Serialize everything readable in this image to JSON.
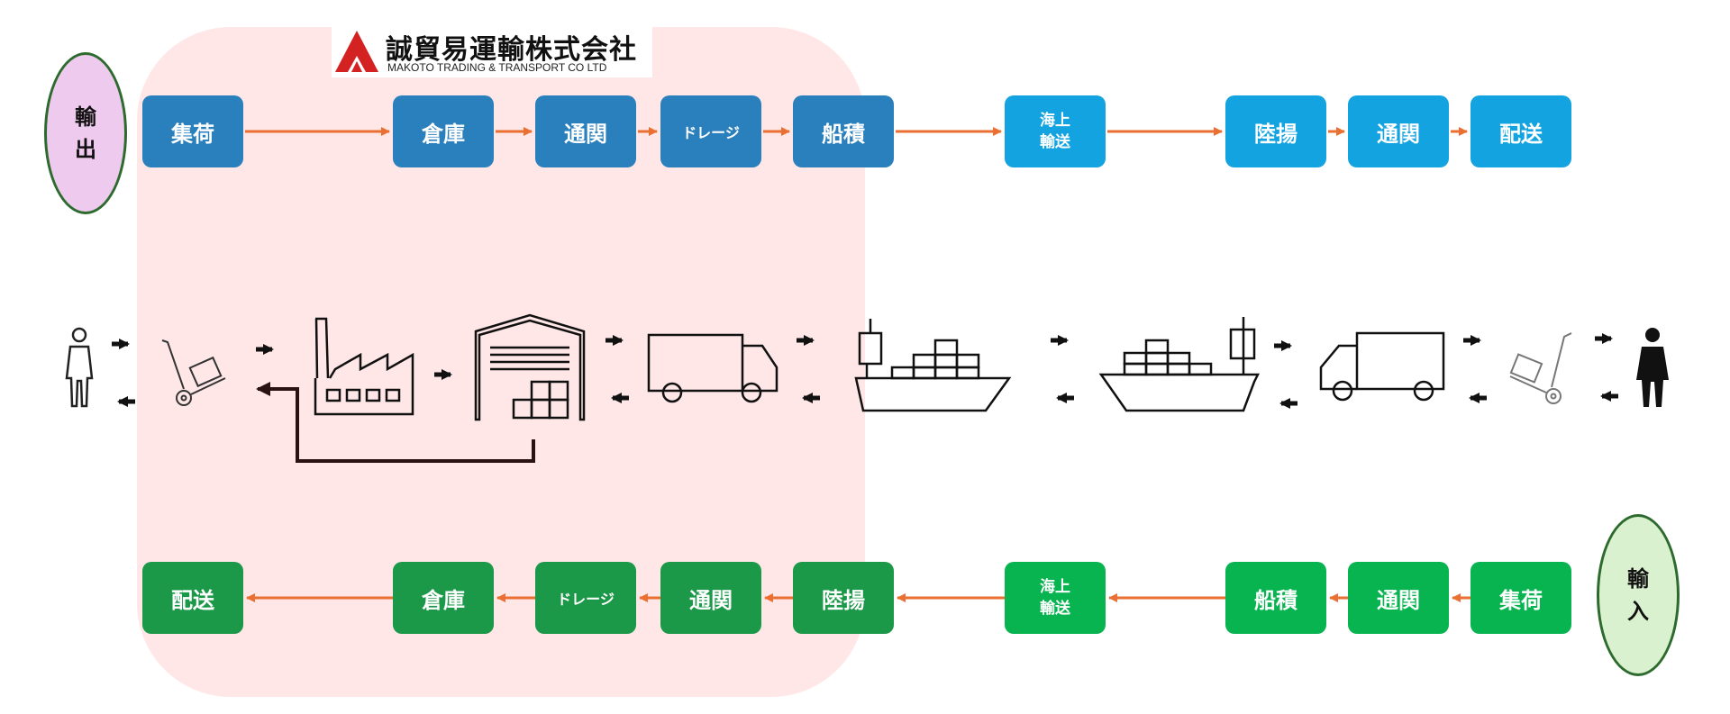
{
  "company": {
    "name": "誠貿易運輸株式会社",
    "name_en": "MAKOTO TRADING & TRANSPORT CO LTD"
  },
  "export": {
    "label_line1": "輸",
    "label_line2": "出",
    "steps": [
      "集荷",
      "倉庫",
      "通関",
      "ドレージ",
      "船積",
      "海上",
      "輸送",
      "陸揚",
      "通関",
      "配送"
    ]
  },
  "import": {
    "label_line1": "輸",
    "label_line2": "入",
    "steps": [
      "配送",
      "倉庫",
      "ドレージ",
      "通関",
      "陸揚",
      "海上",
      "輸送",
      "船積",
      "通関",
      "集荷"
    ]
  },
  "colors": {
    "export_box": "#2a8ecf",
    "import_box": "#13a64a",
    "connector": "#ea6f32",
    "highlight": "#ffdcdc"
  },
  "icons": [
    "person-outline-icon",
    "hand-truck-icon",
    "factory-icon",
    "warehouse-icon",
    "truck-icon",
    "container-ship-icon",
    "container-ship-icon",
    "truck-icon",
    "hand-truck-icon",
    "person-solid-icon"
  ]
}
